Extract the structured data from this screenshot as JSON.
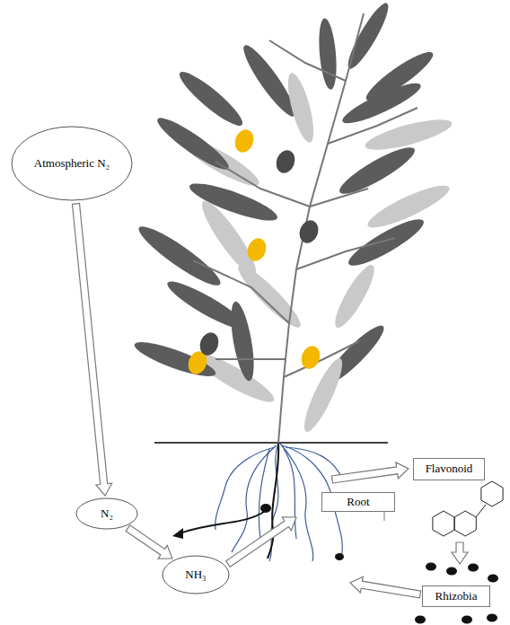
{
  "diagram": {
    "nodes": [
      {
        "text": [
          "Atmospheric N₂"
        ]
      },
      {
        "text": [
          "N₂"
        ]
      },
      {
        "text": [
          "NH₃"
        ]
      },
      {
        "text": [
          "Flavonoid"
        ]
      },
      {
        "text": [
          "Root"
        ]
      },
      {
        "text": [
          "Rhizobia"
        ]
      }
    ],
    "edges": [
      {
        "from": 0,
        "to": 1,
        "arrow": "to"
      },
      {
        "from": 1,
        "to": 2,
        "arrow": "to"
      }
    ]
  }
}
